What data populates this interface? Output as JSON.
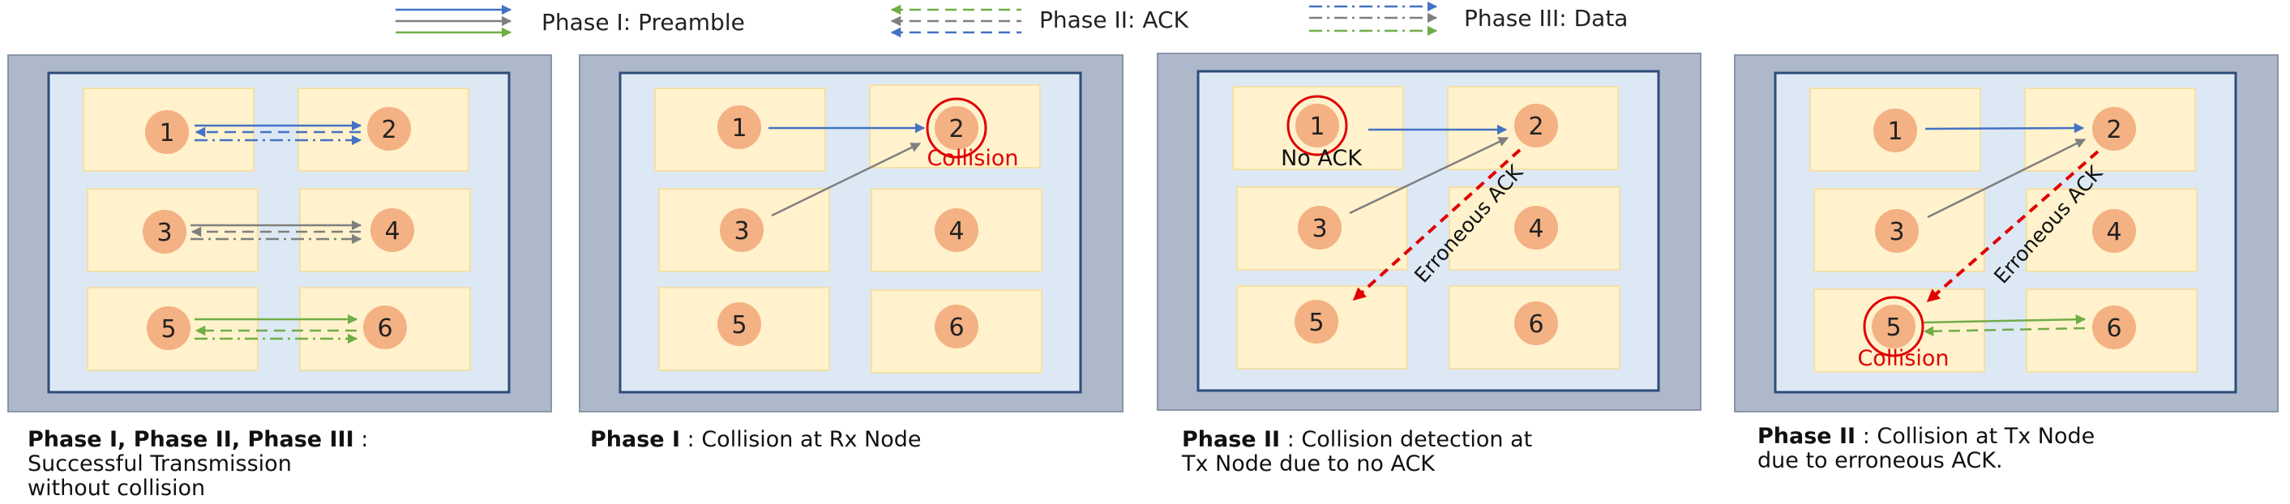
{
  "legend": {
    "preamble": "Phase I: Preamble",
    "ack": "Phase II: ACK",
    "data": "Phase III: Data"
  },
  "colors": {
    "blue": "#4472c4",
    "gray": "#7f7f7f",
    "green": "#70ad47",
    "red": "#e00000",
    "outer_frame": "#adb9ca",
    "inner_panel": "#dde8f5",
    "cell": "#fff2cc",
    "node": "#f4b183"
  },
  "panels": [
    {
      "nodes": [
        "1",
        "2",
        "3",
        "4",
        "5",
        "6"
      ],
      "caption_bold": "Phase I, Phase II, Phase III",
      "caption_lines": [
        " :",
        "Successful Transmission",
        "without collision"
      ]
    },
    {
      "nodes": [
        "1",
        "2",
        "3",
        "4",
        "5",
        "6"
      ],
      "collision_label": "Collision",
      "caption_bold": "Phase I",
      "caption_lines": [
        " : Collision at Rx Node"
      ]
    },
    {
      "nodes": [
        "1",
        "2",
        "3",
        "4",
        "5",
        "6"
      ],
      "no_ack_label": "No ACK",
      "erroneous_ack_label": "Erroneous ACK",
      "caption_bold": "Phase II",
      "caption_lines": [
        " : Collision detection at",
        "Tx Node due to no ACK"
      ]
    },
    {
      "nodes": [
        "1",
        "2",
        "3",
        "4",
        "5",
        "6"
      ],
      "collision_label": "Collision",
      "erroneous_ack_label": "Erroneous ACK",
      "caption_bold": "Phase II",
      "caption_lines": [
        " : Collision at Tx Node",
        "due to erroneous ACK."
      ]
    }
  ]
}
